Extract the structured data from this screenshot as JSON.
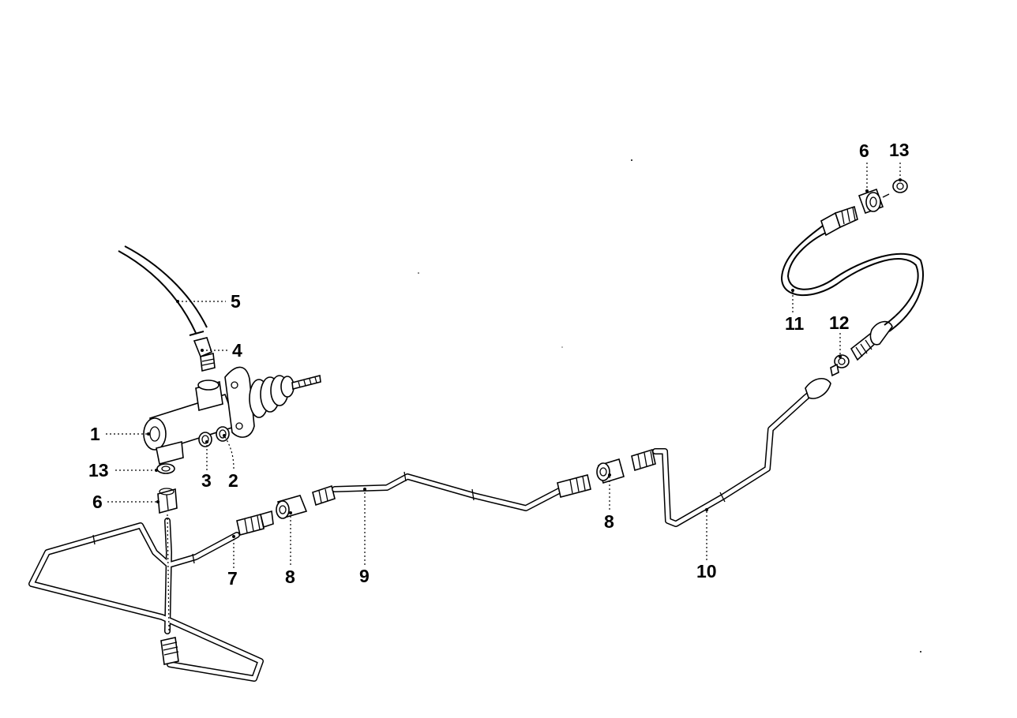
{
  "callouts": {
    "p1": "1",
    "p2": "2",
    "p3": "3",
    "p4": "4",
    "p5": "5",
    "p6_left": "6",
    "p6_right": "6",
    "p7": "7",
    "p8_left": "8",
    "p8_right": "8",
    "p9": "9",
    "p10": "10",
    "p11": "11",
    "p12": "12",
    "p13_left": "13",
    "p13_right": "13"
  }
}
